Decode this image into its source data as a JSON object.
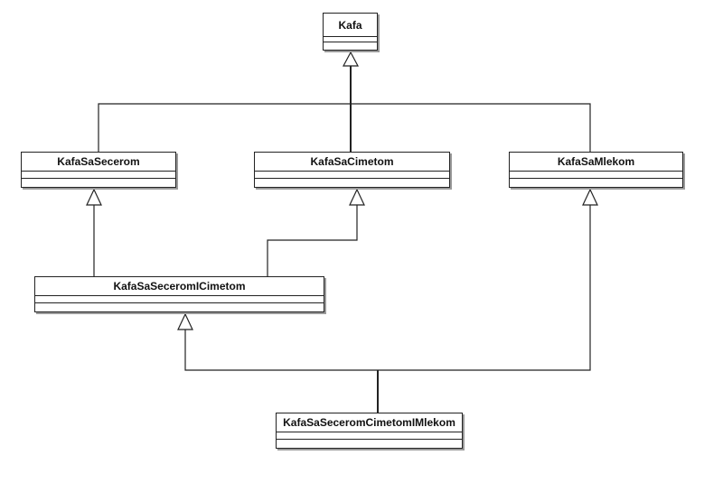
{
  "diagram": {
    "type": "uml-class-diagram",
    "line_color": "#222222",
    "box_fill": "#ffffff",
    "shadow_color": "#9a9a9a",
    "classes": [
      {
        "id": "kafa",
        "name": "Kafa"
      },
      {
        "id": "secer",
        "name": "KafaSaSecerom"
      },
      {
        "id": "cimet",
        "name": "KafaSaCimetom"
      },
      {
        "id": "mleko",
        "name": "KafaSaMlekom"
      },
      {
        "id": "secer-cimet",
        "name": "KafaSaSeceromICimetom"
      },
      {
        "id": "all",
        "name": "KafaSaSeceromCimetomIMlekom"
      }
    ],
    "relations": [
      {
        "type": "generalization",
        "from": "KafaSaSecerom",
        "to": "Kafa"
      },
      {
        "type": "generalization",
        "from": "KafaSaCimetom",
        "to": "Kafa"
      },
      {
        "type": "generalization",
        "from": "KafaSaMlekom",
        "to": "Kafa"
      },
      {
        "type": "generalization",
        "from": "KafaSaSeceromICimetom",
        "to": "KafaSaSecerom"
      },
      {
        "type": "generalization",
        "from": "KafaSaSeceromICimetom",
        "to": "KafaSaCimetom"
      },
      {
        "type": "generalization",
        "from": "KafaSaSeceromCimetomIMlekom",
        "to": "KafaSaSeceromICimetom"
      },
      {
        "type": "generalization",
        "from": "KafaSaSeceromCimetomIMlekom",
        "to": "KafaSaMlekom"
      }
    ]
  }
}
